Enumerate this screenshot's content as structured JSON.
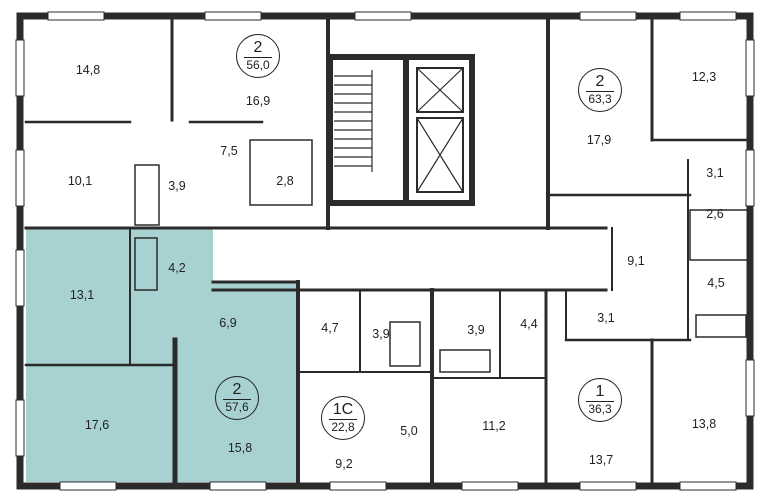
{
  "plan": {
    "highlight_color": "#a8d2d2",
    "wall_color": "#2b2b2b",
    "apartments": [
      {
        "id": "apt-top-left",
        "rooms": "2",
        "area": "56,0"
      },
      {
        "id": "apt-top-right",
        "rooms": "2",
        "area": "63,3"
      },
      {
        "id": "apt-highlighted",
        "rooms": "2",
        "area": "57,6"
      },
      {
        "id": "apt-studio",
        "rooms": "1С",
        "area": "22,8"
      },
      {
        "id": "apt-one-room",
        "rooms": "1",
        "area": "36,3"
      }
    ],
    "rooms": [
      "14,8",
      "16,9",
      "10,1",
      "7,5",
      "3,9",
      "2,8",
      "17,9",
      "12,3",
      "3,1",
      "2,6",
      "4,5",
      "9,1",
      "4,2",
      "13,1",
      "6,9",
      "4,7",
      "3,9",
      "3,9",
      "4,4",
      "3,1",
      "17,6",
      "15,8",
      "9,2",
      "5,0",
      "11,2",
      "13,7",
      "13,8"
    ]
  }
}
